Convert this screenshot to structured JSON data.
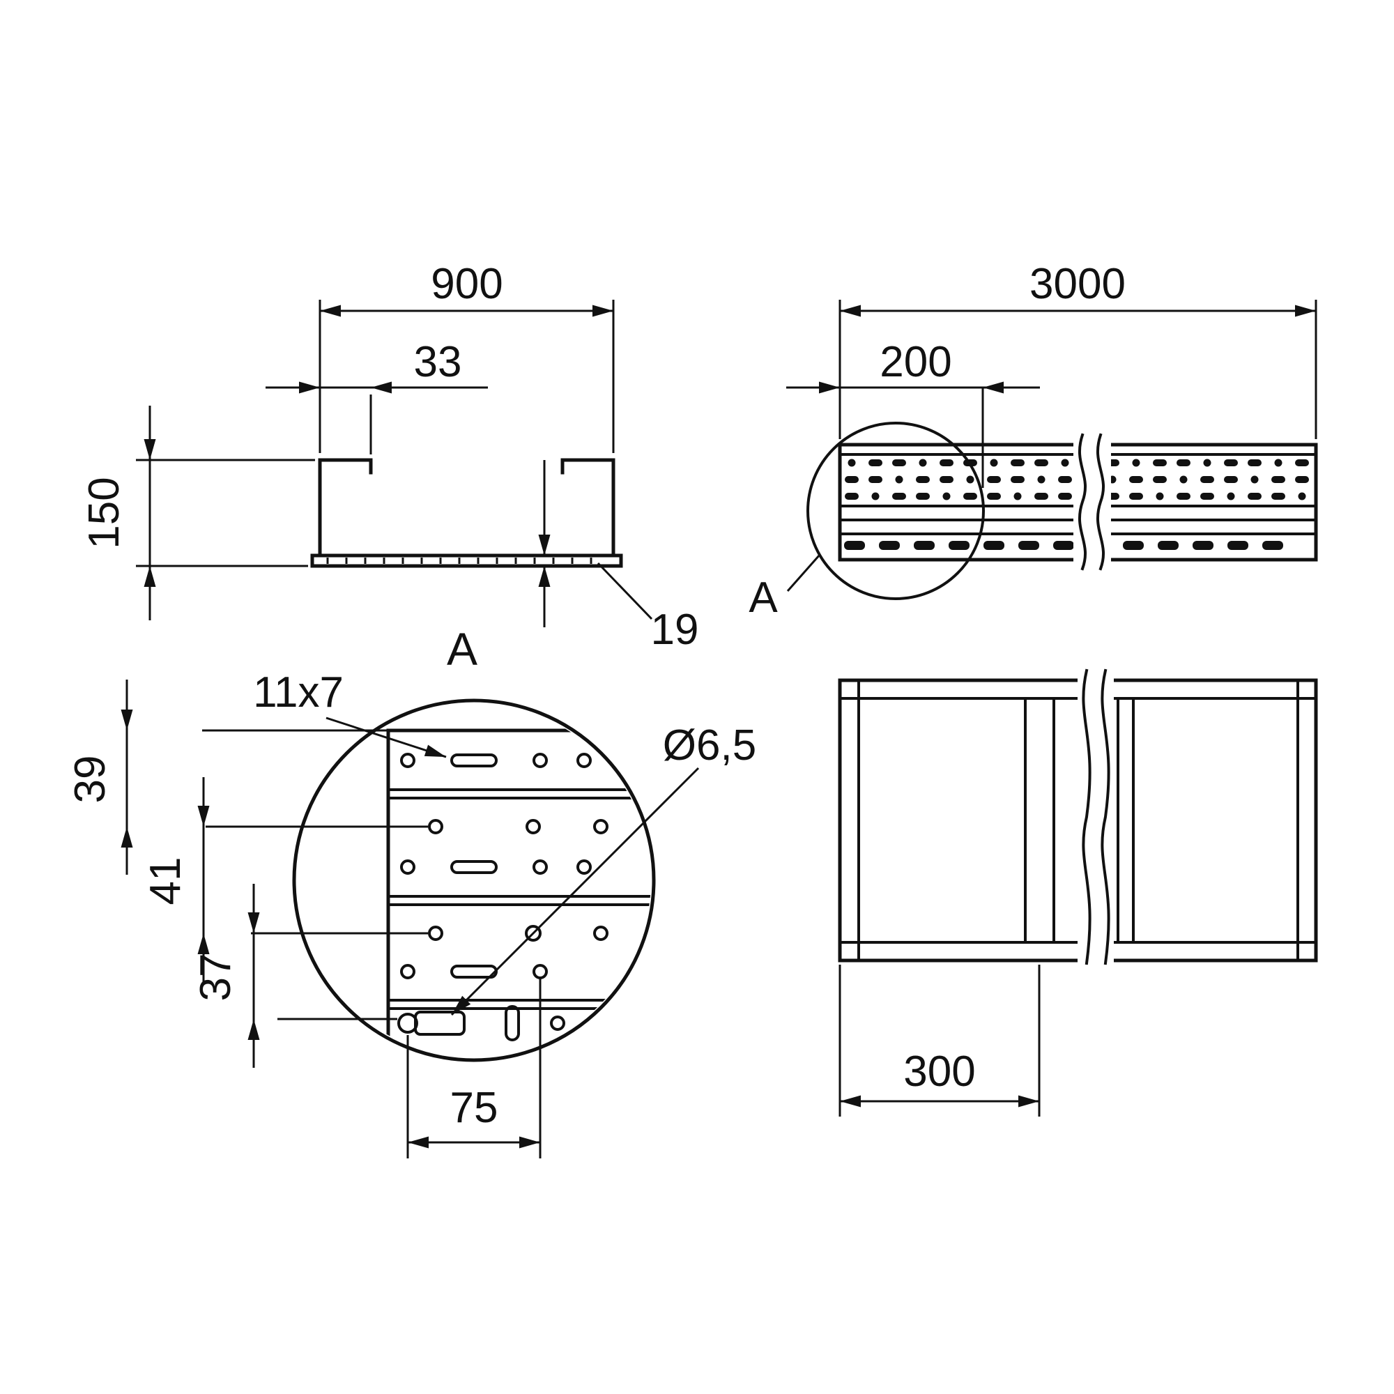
{
  "drawing": {
    "views": {
      "cross_section": {
        "width": "900",
        "flange": "33",
        "height": "150",
        "thickness": "19"
      },
      "side": {
        "length": "3000",
        "end_distance": "200",
        "detail_label": "A"
      },
      "detail": {
        "title": "A",
        "slot_size": "11x7",
        "hole_diameter": "Ø6,5",
        "spacing_1": "39",
        "spacing_2": "41",
        "spacing_3": "37",
        "hole_pitch": "75"
      },
      "plan": {
        "rung_spacing": "300"
      }
    }
  }
}
